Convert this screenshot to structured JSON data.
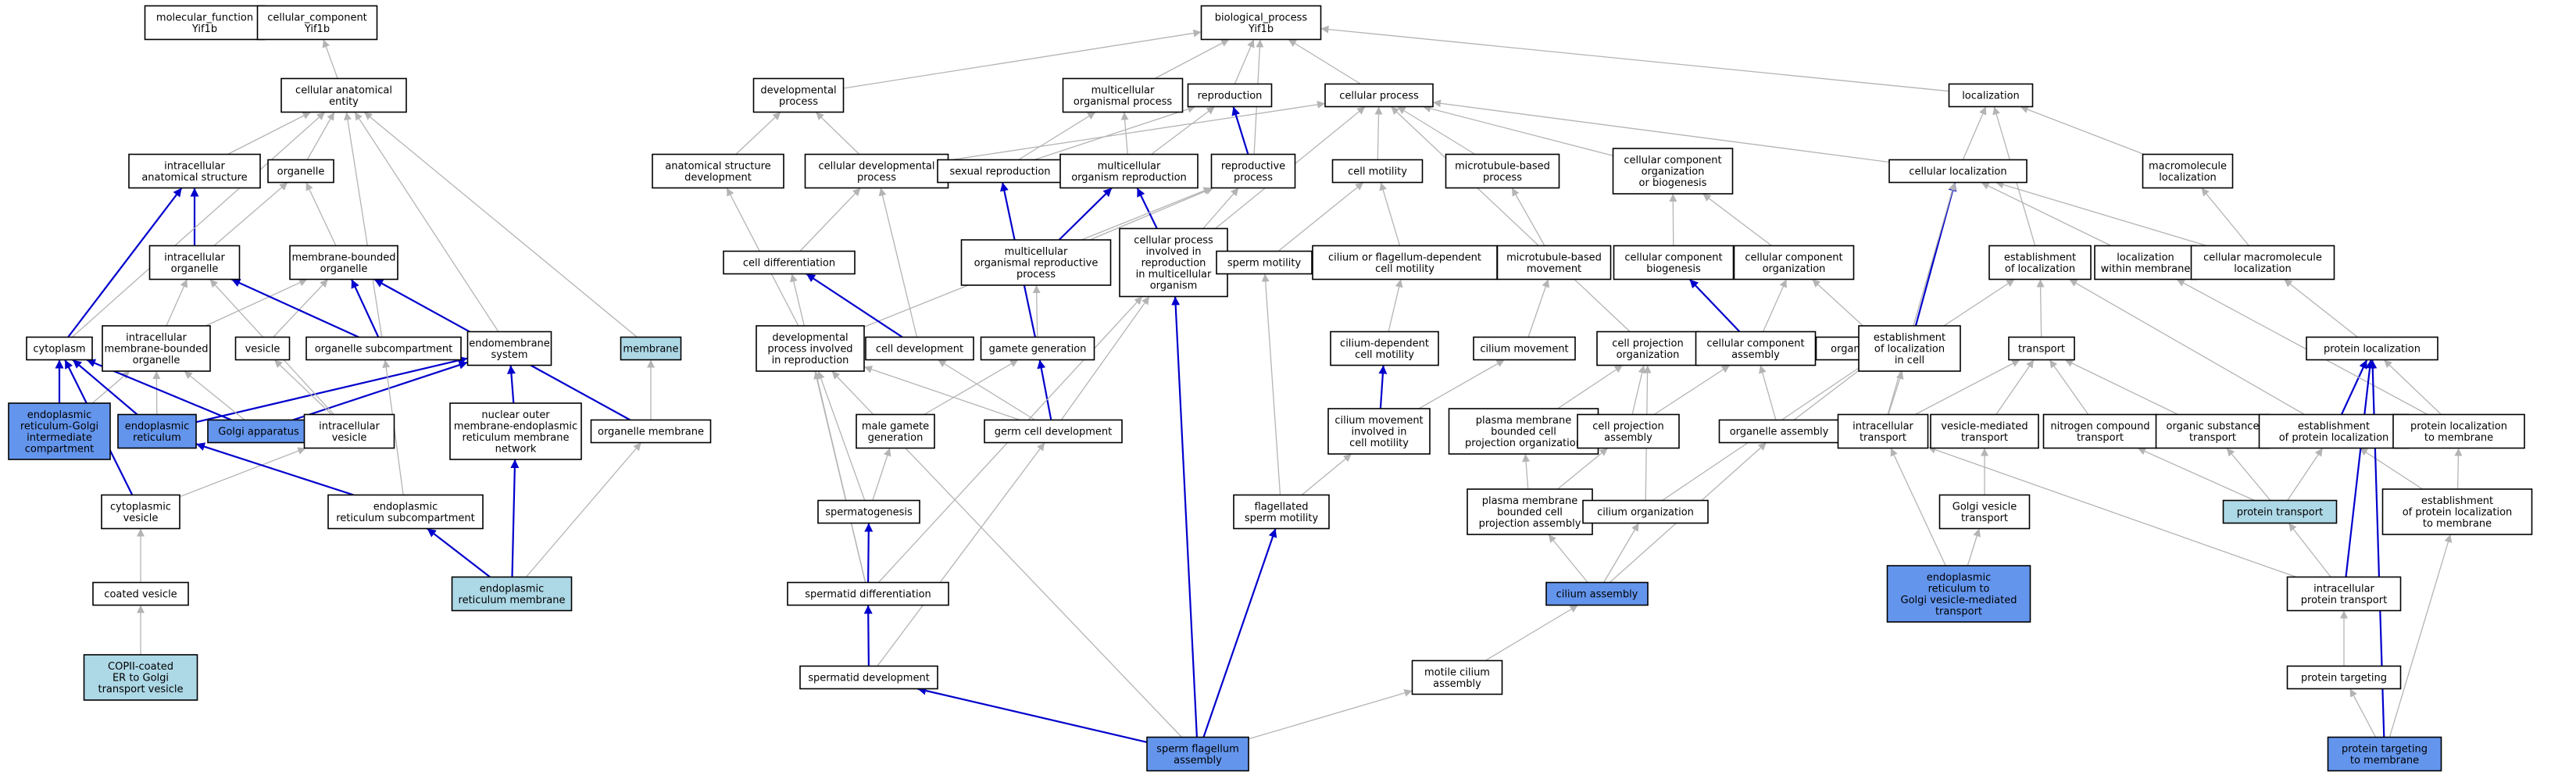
{
  "colors": {
    "default_fill": "#ffffff",
    "light_fill": "#add8e6",
    "strong_fill": "#6495ed",
    "is_a_edge": "#b4b4b4",
    "part_of_edge": "#0000cc"
  },
  "nodes": [
    {
      "id": "mf",
      "lines": [
        "molecular_function",
        "Yif1b"
      ],
      "fill": "default"
    },
    {
      "id": "cc",
      "lines": [
        "cellular_component",
        "Yif1b"
      ],
      "fill": "default"
    },
    {
      "id": "bp",
      "lines": [
        "biological_process",
        "Yif1b"
      ],
      "fill": "default"
    },
    {
      "id": "cae",
      "lines": [
        "cellular anatomical",
        "entity"
      ],
      "fill": "default"
    },
    {
      "id": "ias",
      "lines": [
        "intracellular",
        "anatomical structure"
      ],
      "fill": "default"
    },
    {
      "id": "org",
      "lines": [
        "organelle"
      ],
      "fill": "default"
    },
    {
      "id": "io",
      "lines": [
        "intracellular",
        "organelle"
      ],
      "fill": "default"
    },
    {
      "id": "mbo",
      "lines": [
        "membrane-bounded",
        "organelle"
      ],
      "fill": "default"
    },
    {
      "id": "cyto",
      "lines": [
        "cytoplasm"
      ],
      "fill": "default"
    },
    {
      "id": "imbo",
      "lines": [
        "intracellular",
        "membrane-bounded",
        "organelle"
      ],
      "fill": "default"
    },
    {
      "id": "ves",
      "lines": [
        "vesicle"
      ],
      "fill": "default"
    },
    {
      "id": "osc",
      "lines": [
        "organelle subcompartment"
      ],
      "fill": "default"
    },
    {
      "id": "ems",
      "lines": [
        "endomembrane",
        "system"
      ],
      "fill": "default"
    },
    {
      "id": "mem",
      "lines": [
        "membrane"
      ],
      "fill": "light"
    },
    {
      "id": "ergic",
      "lines": [
        "endoplasmic",
        "reticulum-Golgi",
        "intermediate",
        "compartment"
      ],
      "fill": "strong"
    },
    {
      "id": "er",
      "lines": [
        "endoplasmic",
        "reticulum"
      ],
      "fill": "strong"
    },
    {
      "id": "golgi",
      "lines": [
        "Golgi apparatus"
      ],
      "fill": "strong"
    },
    {
      "id": "iv",
      "lines": [
        "intracellular",
        "vesicle"
      ],
      "fill": "default"
    },
    {
      "id": "nom",
      "lines": [
        "nuclear outer",
        "membrane-endoplasmic",
        "reticulum membrane",
        "network"
      ],
      "fill": "default"
    },
    {
      "id": "om",
      "lines": [
        "organelle membrane"
      ],
      "fill": "default"
    },
    {
      "id": "cv",
      "lines": [
        "cytoplasmic",
        "vesicle"
      ],
      "fill": "default"
    },
    {
      "id": "ersub",
      "lines": [
        "endoplasmic",
        "reticulum subcompartment"
      ],
      "fill": "default"
    },
    {
      "id": "cov",
      "lines": [
        "coated vesicle"
      ],
      "fill": "default"
    },
    {
      "id": "erm",
      "lines": [
        "endoplasmic",
        "reticulum membrane"
      ],
      "fill": "light"
    },
    {
      "id": "copii",
      "lines": [
        "COPII-coated",
        "ER to Golgi",
        "transport vesicle"
      ],
      "fill": "light"
    },
    {
      "id": "dp",
      "lines": [
        "developmental",
        "process"
      ],
      "fill": "default"
    },
    {
      "id": "mop",
      "lines": [
        "multicellular",
        "organismal process"
      ],
      "fill": "default"
    },
    {
      "id": "rep",
      "lines": [
        "reproduction"
      ],
      "fill": "default"
    },
    {
      "id": "cp",
      "lines": [
        "cellular process"
      ],
      "fill": "default"
    },
    {
      "id": "loc",
      "lines": [
        "localization"
      ],
      "fill": "default"
    },
    {
      "id": "asd",
      "lines": [
        "anatomical structure",
        "development"
      ],
      "fill": "default"
    },
    {
      "id": "cdp",
      "lines": [
        "cellular developmental",
        "process"
      ],
      "fill": "default"
    },
    {
      "id": "sr",
      "lines": [
        "sexual reproduction"
      ],
      "fill": "default"
    },
    {
      "id": "mor",
      "lines": [
        "multicellular",
        "organism reproduction"
      ],
      "fill": "default"
    },
    {
      "id": "rp",
      "lines": [
        "reproductive",
        "process"
      ],
      "fill": "default"
    },
    {
      "id": "cm",
      "lines": [
        "cell motility"
      ],
      "fill": "default"
    },
    {
      "id": "mbp",
      "lines": [
        "microtubule-based",
        "process"
      ],
      "fill": "default"
    },
    {
      "id": "ccob",
      "lines": [
        "cellular component",
        "organization",
        "or biogenesis"
      ],
      "fill": "default"
    },
    {
      "id": "cl",
      "lines": [
        "cellular localization"
      ],
      "fill": "default"
    },
    {
      "id": "ml",
      "lines": [
        "macromolecule",
        "localization"
      ],
      "fill": "default"
    },
    {
      "id": "cdiff",
      "lines": [
        "cell differentiation"
      ],
      "fill": "default"
    },
    {
      "id": "morp",
      "lines": [
        "multicellular",
        "organismal reproductive",
        "process"
      ],
      "fill": "default"
    },
    {
      "id": "cpir",
      "lines": [
        "cellular process",
        "involved in",
        "reproduction",
        "in multicellular",
        "organism"
      ],
      "fill": "default"
    },
    {
      "id": "sm",
      "lines": [
        "sperm motility"
      ],
      "fill": "default"
    },
    {
      "id": "cfdcm",
      "lines": [
        "cilium or flagellum-dependent",
        "cell motility"
      ],
      "fill": "default"
    },
    {
      "id": "mbm",
      "lines": [
        "microtubule-based",
        "movement"
      ],
      "fill": "default"
    },
    {
      "id": "ccb",
      "lines": [
        "cellular component",
        "biogenesis"
      ],
      "fill": "default"
    },
    {
      "id": "cco",
      "lines": [
        "cellular component",
        "organization"
      ],
      "fill": "default"
    },
    {
      "id": "eol",
      "lines": [
        "establishment",
        "of localization"
      ],
      "fill": "default"
    },
    {
      "id": "lwm",
      "lines": [
        "localization",
        "within membrane"
      ],
      "fill": "default"
    },
    {
      "id": "cml",
      "lines": [
        "cellular macromolecule",
        "localization"
      ],
      "fill": "default"
    },
    {
      "id": "dpir",
      "lines": [
        "developmental",
        "process involved",
        "in reproduction"
      ],
      "fill": "default"
    },
    {
      "id": "cdev",
      "lines": [
        "cell development"
      ],
      "fill": "default"
    },
    {
      "id": "gg",
      "lines": [
        "gamete generation"
      ],
      "fill": "default"
    },
    {
      "id": "cdcm",
      "lines": [
        "cilium-dependent",
        "cell motility"
      ],
      "fill": "default"
    },
    {
      "id": "cmov",
      "lines": [
        "cilium movement"
      ],
      "fill": "default"
    },
    {
      "id": "cpo",
      "lines": [
        "cell projection",
        "organization"
      ],
      "fill": "default"
    },
    {
      "id": "cca",
      "lines": [
        "cellular component",
        "assembly"
      ],
      "fill": "default"
    },
    {
      "id": "oo",
      "lines": [
        "organelle organization"
      ],
      "fill": "default"
    },
    {
      "id": "eolc",
      "lines": [
        "establishment",
        "of localization",
        "in cell"
      ],
      "fill": "default"
    },
    {
      "id": "tr",
      "lines": [
        "transport"
      ],
      "fill": "default"
    },
    {
      "id": "pl",
      "lines": [
        "protein localization"
      ],
      "fill": "default"
    },
    {
      "id": "mgg",
      "lines": [
        "male gamete",
        "generation"
      ],
      "fill": "default"
    },
    {
      "id": "gcd",
      "lines": [
        "germ cell development"
      ],
      "fill": "default"
    },
    {
      "id": "cmicm",
      "lines": [
        "cilium movement",
        "involved in",
        "cell motility"
      ],
      "fill": "default"
    },
    {
      "id": "pmbcpo",
      "lines": [
        "plasma membrane",
        "bounded cell",
        "projection organization"
      ],
      "fill": "default"
    },
    {
      "id": "cpa",
      "lines": [
        "cell projection",
        "assembly"
      ],
      "fill": "default"
    },
    {
      "id": "oa",
      "lines": [
        "organelle assembly"
      ],
      "fill": "default"
    },
    {
      "id": "it",
      "lines": [
        "intracellular",
        "transport"
      ],
      "fill": "default"
    },
    {
      "id": "vmt",
      "lines": [
        "vesicle-mediated",
        "transport"
      ],
      "fill": "default"
    },
    {
      "id": "nct",
      "lines": [
        "nitrogen compound",
        "transport"
      ],
      "fill": "default"
    },
    {
      "id": "ost",
      "lines": [
        "organic substance",
        "transport"
      ],
      "fill": "default"
    },
    {
      "id": "epl",
      "lines": [
        "establishment",
        "of protein localization"
      ],
      "fill": "default"
    },
    {
      "id": "pltm",
      "lines": [
        "protein localization",
        "to membrane"
      ],
      "fill": "default"
    },
    {
      "id": "sg",
      "lines": [
        "spermatogenesis"
      ],
      "fill": "default"
    },
    {
      "id": "fsm",
      "lines": [
        "flagellated",
        "sperm motility"
      ],
      "fill": "default"
    },
    {
      "id": "pmbcpa",
      "lines": [
        "plasma membrane",
        "bounded cell",
        "projection assembly"
      ],
      "fill": "default"
    },
    {
      "id": "co",
      "lines": [
        "cilium organization"
      ],
      "fill": "default"
    },
    {
      "id": "gvt",
      "lines": [
        "Golgi vesicle",
        "transport"
      ],
      "fill": "default"
    },
    {
      "id": "pt",
      "lines": [
        "protein transport"
      ],
      "fill": "light"
    },
    {
      "id": "epltm",
      "lines": [
        "establishment",
        "of protein localization",
        "to membrane"
      ],
      "fill": "default"
    },
    {
      "id": "sdiff",
      "lines": [
        "spermatid differentiation"
      ],
      "fill": "default"
    },
    {
      "id": "ca",
      "lines": [
        "cilium assembly"
      ],
      "fill": "strong"
    },
    {
      "id": "ergvt",
      "lines": [
        "endoplasmic",
        "reticulum to",
        "Golgi vesicle-mediated",
        "transport"
      ],
      "fill": "strong"
    },
    {
      "id": "ipt",
      "lines": [
        "intracellular",
        "protein transport"
      ],
      "fill": "default"
    },
    {
      "id": "sdev",
      "lines": [
        "spermatid development"
      ],
      "fill": "default"
    },
    {
      "id": "mca",
      "lines": [
        "motile cilium",
        "assembly"
      ],
      "fill": "default"
    },
    {
      "id": "ptg",
      "lines": [
        "protein targeting"
      ],
      "fill": "default"
    },
    {
      "id": "sfa",
      "lines": [
        "sperm flagellum",
        "assembly"
      ],
      "fill": "strong"
    },
    {
      "id": "pttm",
      "lines": [
        "protein targeting",
        "to membrane"
      ],
      "fill": "strong"
    }
  ],
  "edges": [
    [
      "cae",
      "cc",
      "g"
    ],
    [
      "ias",
      "cae",
      "g"
    ],
    [
      "org",
      "cae",
      "g"
    ],
    [
      "io",
      "ias",
      "b"
    ],
    [
      "io",
      "org",
      "g"
    ],
    [
      "mbo",
      "org",
      "g"
    ],
    [
      "cyto",
      "ias",
      "b"
    ],
    [
      "cyto",
      "cae",
      "g"
    ],
    [
      "imbo",
      "io",
      "g"
    ],
    [
      "imbo",
      "mbo",
      "g"
    ],
    [
      "ves",
      "mbo",
      "g"
    ],
    [
      "osc",
      "io",
      "b"
    ],
    [
      "osc",
      "mbo",
      "b"
    ],
    [
      "osc",
      "cae",
      "g"
    ],
    [
      "ems",
      "cae",
      "g"
    ],
    [
      "mem",
      "cae",
      "g"
    ],
    [
      "ergic",
      "cyto",
      "b"
    ],
    [
      "ergic",
      "imbo",
      "g"
    ],
    [
      "er",
      "cyto",
      "b"
    ],
    [
      "er",
      "imbo",
      "g"
    ],
    [
      "er",
      "ems",
      "b"
    ],
    [
      "golgi",
      "cyto",
      "b"
    ],
    [
      "golgi",
      "imbo",
      "g"
    ],
    [
      "golgi",
      "ems",
      "b"
    ],
    [
      "iv",
      "ves",
      "g"
    ],
    [
      "iv",
      "io",
      "g"
    ],
    [
      "nom",
      "ems",
      "b"
    ],
    [
      "om",
      "mem",
      "g"
    ],
    [
      "om",
      "mbo",
      "b"
    ],
    [
      "cv",
      "iv",
      "g"
    ],
    [
      "cv",
      "cyto",
      "b"
    ],
    [
      "ersub",
      "osc",
      "g"
    ],
    [
      "ersub",
      "er",
      "b"
    ],
    [
      "cov",
      "cv",
      "g"
    ],
    [
      "erm",
      "nom",
      "b"
    ],
    [
      "erm",
      "ersub",
      "b"
    ],
    [
      "erm",
      "om",
      "g"
    ],
    [
      "copii",
      "cov",
      "g"
    ],
    [
      "dp",
      "bp",
      "g"
    ],
    [
      "mop",
      "bp",
      "g"
    ],
    [
      "rep",
      "bp",
      "g"
    ],
    [
      "cp",
      "bp",
      "g"
    ],
    [
      "loc",
      "bp",
      "g"
    ],
    [
      "asd",
      "dp",
      "g"
    ],
    [
      "cdp",
      "dp",
      "g"
    ],
    [
      "cdp",
      "cp",
      "g"
    ],
    [
      "sr",
      "rep",
      "g"
    ],
    [
      "sr",
      "mop",
      "g"
    ],
    [
      "mor",
      "mop",
      "g"
    ],
    [
      "mor",
      "rep",
      "g"
    ],
    [
      "rp",
      "rep",
      "b"
    ],
    [
      "rp",
      "bp",
      "g"
    ],
    [
      "cm",
      "cp",
      "g"
    ],
    [
      "mbp",
      "cp",
      "g"
    ],
    [
      "ccob",
      "cp",
      "g"
    ],
    [
      "cl",
      "cp",
      "g"
    ],
    [
      "cl",
      "loc",
      "g"
    ],
    [
      "ml",
      "loc",
      "g"
    ],
    [
      "cdiff",
      "cdp",
      "g"
    ],
    [
      "morp",
      "mor",
      "b"
    ],
    [
      "morp",
      "rp",
      "g"
    ],
    [
      "cpir",
      "cp",
      "g"
    ],
    [
      "cpir",
      "mor",
      "b"
    ],
    [
      "cpir",
      "rp",
      "g"
    ],
    [
      "sm",
      "cm",
      "g"
    ],
    [
      "cfdcm",
      "cm",
      "g"
    ],
    [
      "mbm",
      "mbp",
      "g"
    ],
    [
      "ccb",
      "ccob",
      "g"
    ],
    [
      "cco",
      "ccob",
      "g"
    ],
    [
      "eol",
      "loc",
      "g"
    ],
    [
      "lwm",
      "cl",
      "g"
    ],
    [
      "cml",
      "ml",
      "g"
    ],
    [
      "cml",
      "cl",
      "g"
    ],
    [
      "dpir",
      "asd",
      "g"
    ],
    [
      "dpir",
      "rp",
      "g"
    ],
    [
      "cdev",
      "cdiff",
      "b"
    ],
    [
      "cdev",
      "cdp",
      "g"
    ],
    [
      "gg",
      "sr",
      "b"
    ],
    [
      "gg",
      "morp",
      "g"
    ],
    [
      "cdcm",
      "cfdcm",
      "g"
    ],
    [
      "cmov",
      "mbm",
      "g"
    ],
    [
      "cpo",
      "cp",
      "g"
    ],
    [
      "cca",
      "ccb",
      "b"
    ],
    [
      "cca",
      "cco",
      "g"
    ],
    [
      "oo",
      "cco",
      "g"
    ],
    [
      "eolc",
      "cl",
      "b"
    ],
    [
      "eolc",
      "eol",
      "g"
    ],
    [
      "tr",
      "eol",
      "g"
    ],
    [
      "pl",
      "cml",
      "g"
    ],
    [
      "mgg",
      "gg",
      "g"
    ],
    [
      "gcd",
      "cdev",
      "g"
    ],
    [
      "gcd",
      "gg",
      "b"
    ],
    [
      "gcd",
      "cpir",
      "g"
    ],
    [
      "gcd",
      "dpir",
      "g"
    ],
    [
      "cmicm",
      "cmov",
      "g"
    ],
    [
      "cmicm",
      "cdcm",
      "b"
    ],
    [
      "pmbcpo",
      "cpo",
      "g"
    ],
    [
      "cpa",
      "cpo",
      "g"
    ],
    [
      "cpa",
      "cca",
      "g"
    ],
    [
      "oa",
      "oo",
      "g"
    ],
    [
      "oa",
      "cca",
      "g"
    ],
    [
      "it",
      "eolc",
      "g"
    ],
    [
      "it",
      "tr",
      "g"
    ],
    [
      "it",
      "cl",
      "g"
    ],
    [
      "vmt",
      "tr",
      "g"
    ],
    [
      "nct",
      "tr",
      "g"
    ],
    [
      "ost",
      "tr",
      "g"
    ],
    [
      "epl",
      "eol",
      "g"
    ],
    [
      "epl",
      "pl",
      "b"
    ],
    [
      "pltm",
      "pl",
      "g"
    ],
    [
      "pltm",
      "lwm",
      "g"
    ],
    [
      "sg",
      "mgg",
      "g"
    ],
    [
      "sg",
      "dpir",
      "g"
    ],
    [
      "fsm",
      "sm",
      "g"
    ],
    [
      "fsm",
      "cmicm",
      "g"
    ],
    [
      "pmbcpa",
      "pmbcpo",
      "g"
    ],
    [
      "pmbcpa",
      "cpa",
      "g"
    ],
    [
      "co",
      "cpo",
      "g"
    ],
    [
      "co",
      "oo",
      "g"
    ],
    [
      "gvt",
      "vmt",
      "g"
    ],
    [
      "pt",
      "nct",
      "g"
    ],
    [
      "pt",
      "ost",
      "g"
    ],
    [
      "pt",
      "epl",
      "g"
    ],
    [
      "epltm",
      "epl",
      "g"
    ],
    [
      "epltm",
      "pltm",
      "g"
    ],
    [
      "sdiff",
      "sg",
      "b"
    ],
    [
      "sdiff",
      "cdiff",
      "g"
    ],
    [
      "sdiff",
      "cpir",
      "g"
    ],
    [
      "sdiff",
      "dpir",
      "g"
    ],
    [
      "ca",
      "co",
      "g"
    ],
    [
      "ca",
      "pmbcpa",
      "g"
    ],
    [
      "ca",
      "oa",
      "g"
    ],
    [
      "ergvt",
      "gvt",
      "g"
    ],
    [
      "ergvt",
      "it",
      "g"
    ],
    [
      "ipt",
      "pt",
      "g"
    ],
    [
      "ipt",
      "it",
      "g"
    ],
    [
      "ipt",
      "pl",
      "b"
    ],
    [
      "sdev",
      "sdiff",
      "b"
    ],
    [
      "sdev",
      "gcd",
      "g"
    ],
    [
      "mca",
      "ca",
      "g"
    ],
    [
      "ptg",
      "ipt",
      "g"
    ],
    [
      "sfa",
      "fsm",
      "b"
    ],
    [
      "sfa",
      "sdev",
      "b"
    ],
    [
      "sfa",
      "mca",
      "g"
    ],
    [
      "sfa",
      "cpir",
      "b"
    ],
    [
      "sfa",
      "dpir",
      "g"
    ],
    [
      "pttm",
      "ptg",
      "g"
    ],
    [
      "pttm",
      "pl",
      "b"
    ],
    [
      "pttm",
      "epltm",
      "g"
    ]
  ]
}
